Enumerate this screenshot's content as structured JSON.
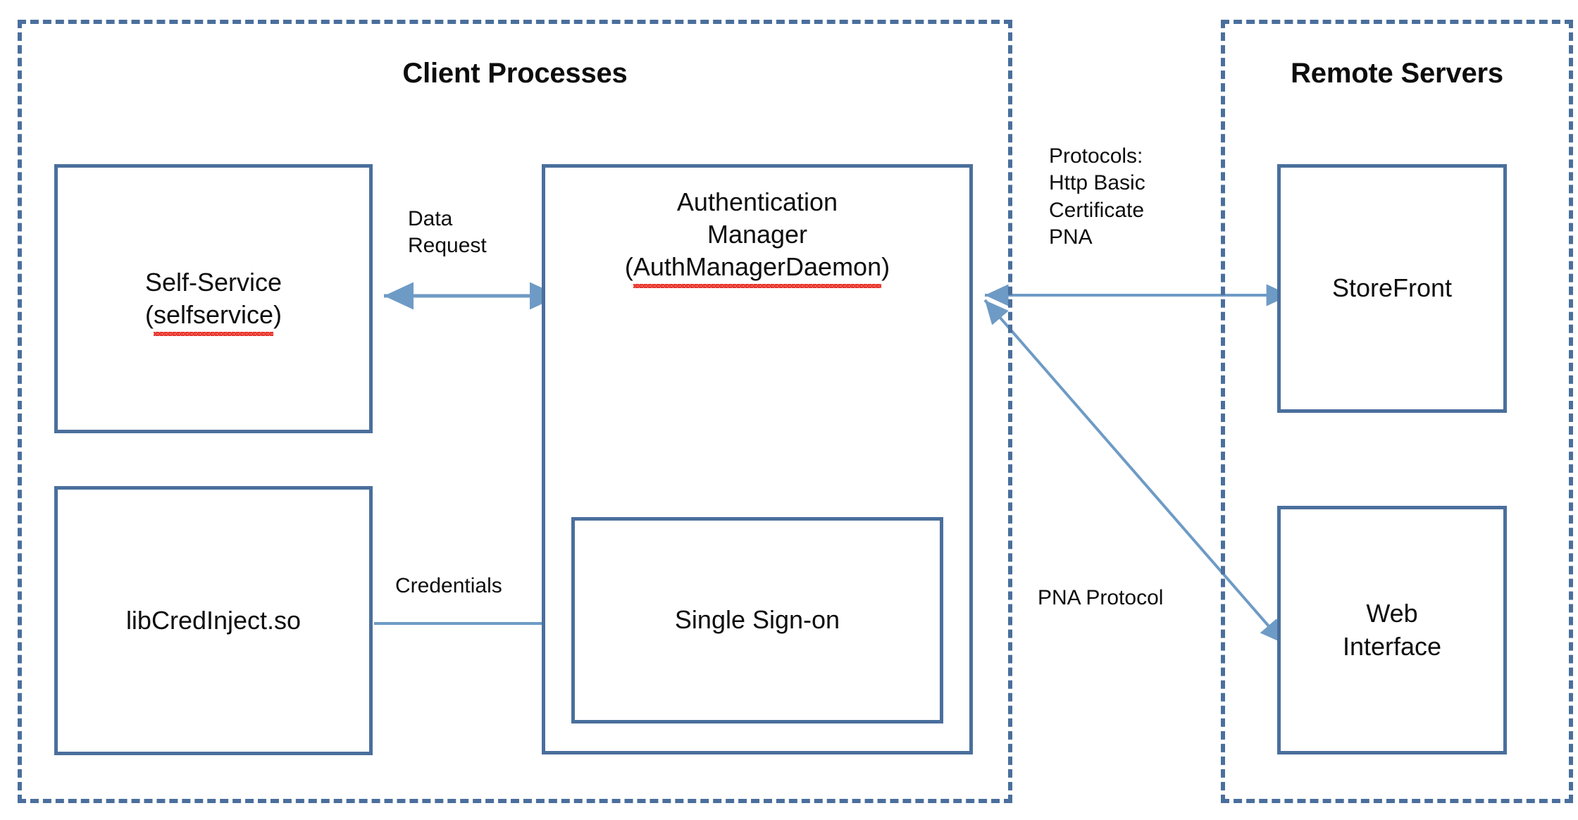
{
  "diagram": {
    "title": "Client Processes / Remote Servers authentication architecture",
    "colors": {
      "box_border": "#4a6f9c",
      "group_border": "#4a6f9c",
      "connector": "#6e9bc5",
      "arrow_head": "#6e9bc5",
      "text": "#0d0d0d",
      "spellcheck_squiggle": "#e8332a",
      "background": "#ffffff"
    }
  },
  "groups": {
    "client": {
      "title": "Client Processes"
    },
    "remote": {
      "title": "Remote Servers"
    }
  },
  "boxes": {
    "self_service": {
      "line1": "Self-Service",
      "line2": "(selfservice)",
      "misspelled": "selfservice"
    },
    "lib_cred_inject": {
      "label": "libCredInject.so"
    },
    "auth_manager": {
      "line1": "Authentication",
      "line2": "Manager",
      "line3": "(AuthManagerDaemon)",
      "misspelled": "AuthManagerDaemon"
    },
    "sso": {
      "label": "Single Sign-on"
    },
    "storefront": {
      "label": "StoreFront"
    },
    "web_interface": {
      "line1": "Web",
      "line2": "Interface"
    }
  },
  "edges": {
    "data_request": {
      "label": "Data\nRequest",
      "from": "self_service",
      "to": "auth_manager",
      "direction": "bidirectional"
    },
    "credentials": {
      "label": "Credentials",
      "from": "lib_cred_inject",
      "to": "sso",
      "direction": "forward"
    },
    "protocols": {
      "label": "Protocols:\nHttp Basic\nCertificate\nPNA",
      "from": "auth_manager",
      "to": "storefront",
      "direction": "bidirectional"
    },
    "pna_protocol": {
      "label": "PNA Protocol",
      "from": "auth_manager",
      "to": "web_interface",
      "direction": "bidirectional"
    }
  }
}
